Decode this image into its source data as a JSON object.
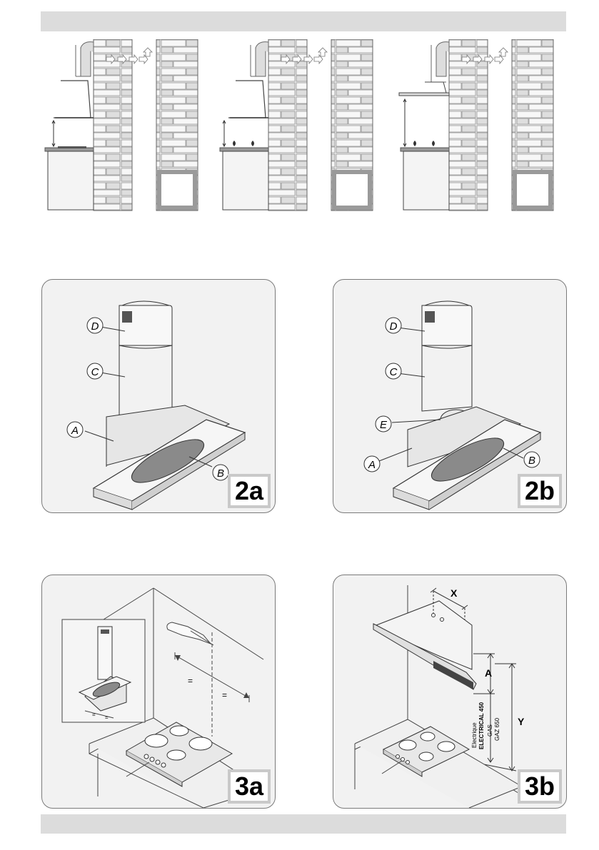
{
  "page": {
    "colors": {
      "band": "#dcdcdc",
      "panel_bg": "#f2f2f2",
      "line": "#333333",
      "badge_bg": "#c9c9c9"
    }
  },
  "figure1": {
    "configs": [
      {
        "icon": "electric-hob-icon"
      },
      {
        "icon": "gas-hob-icon"
      },
      {
        "icon": "gas-hob-icon"
      }
    ]
  },
  "figure2a": {
    "badge": "2a",
    "labels": {
      "a": "A",
      "b": "B",
      "c": "C",
      "d": "D"
    }
  },
  "figure2b": {
    "badge": "2b",
    "labels": {
      "a": "A",
      "b": "B",
      "c": "C",
      "d": "D",
      "e": "E"
    }
  },
  "figure3a": {
    "badge": "3a",
    "equal_mark": "="
  },
  "figure3b": {
    "badge": "3b",
    "labels": {
      "x": "X",
      "a": "A",
      "y": "Y"
    },
    "heights": {
      "electrique": "Electrique",
      "electrical": "ELECTRICAL 450",
      "gas": "GAS",
      "gaz": "GAZ 650"
    }
  }
}
